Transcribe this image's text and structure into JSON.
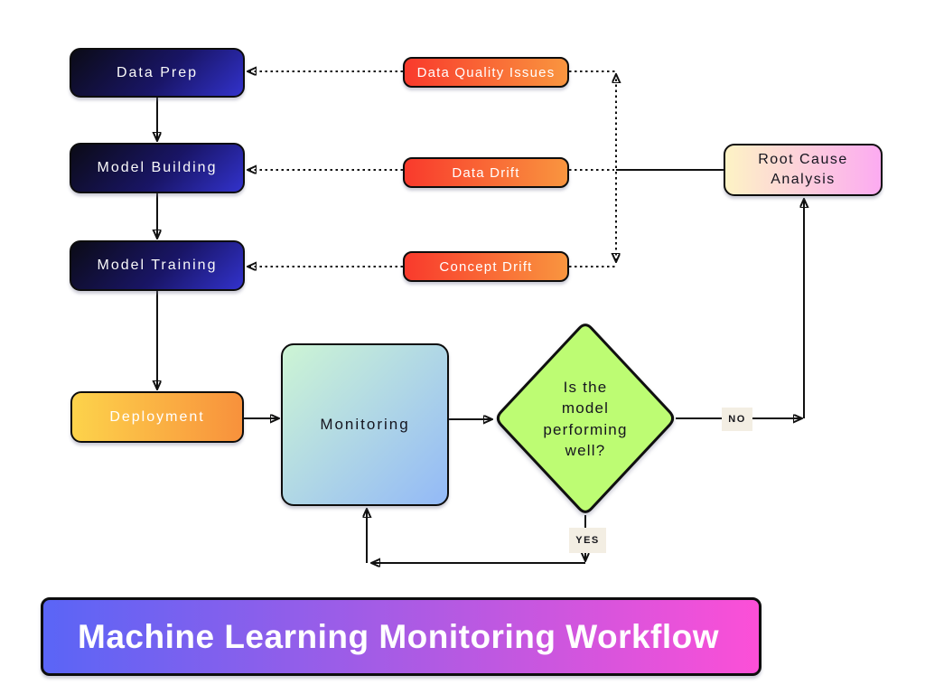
{
  "banner": {
    "label": "Machine Learning Monitoring Workflow"
  },
  "stages": {
    "data_prep": {
      "label": "Data Prep"
    },
    "model_building": {
      "label": "Model Building"
    },
    "model_training": {
      "label": "Model Training"
    },
    "deployment": {
      "label": "Deployment"
    }
  },
  "issues": {
    "data_quality_issues": {
      "label": "Data Quality Issues"
    },
    "data_drift": {
      "label": "Data Drift"
    },
    "concept_drift": {
      "label": "Concept Drift"
    }
  },
  "monitoring": {
    "label": "Monitoring"
  },
  "root_cause": {
    "label": "Root Cause Analysis"
  },
  "decision": {
    "label": "Is the model performing well?",
    "lines": [
      "Is the",
      "model",
      "performing",
      "well?"
    ]
  },
  "edge_labels": {
    "no": "NO",
    "yes": "YES"
  },
  "colors": {
    "stage_gradient_start": "#0b0b16",
    "stage_gradient_end": "#3232cc",
    "issue_gradient_start": "#f93a2c",
    "issue_gradient_end": "#f9953f",
    "deployment_gradient_start": "#fdd34b",
    "deployment_gradient_end": "#f8913c",
    "monitoring_gradient_start": "#cdf5d4",
    "monitoring_gradient_end": "#93b9f7",
    "decision_fill": "#bdfc73",
    "root_cause_gradient_start": "#fdf3c5",
    "root_cause_gradient_end": "#fcabf1",
    "banner_gradient_start": "#5a65f6",
    "banner_gradient_end": "#fc4fd7",
    "line_color": "#111111",
    "edge_label_background": "#f3eee3"
  }
}
